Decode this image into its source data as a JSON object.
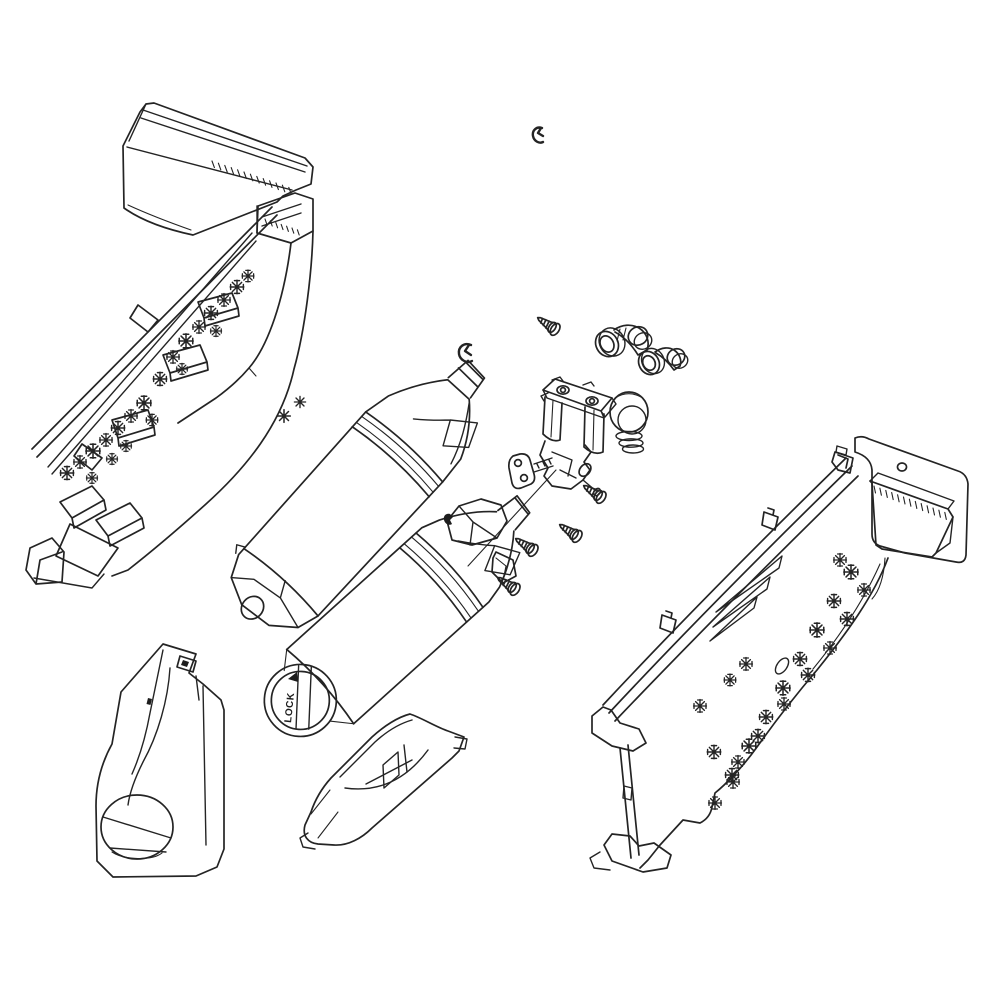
{
  "diagram": {
    "type": "exploded-parts-diagram",
    "subject": "appliance water-filter housing assembly exploded view",
    "background_color": "#ffffff",
    "line_color": "#242424",
    "labels": {
      "filter_cap_lock": "LOCK"
    },
    "screw_count": 5,
    "elbow_fitting_count": 2,
    "filter_cartridge_count": 2,
    "parts": [
      {
        "name": "top-cover-panel"
      },
      {
        "name": "left-housing-channel"
      },
      {
        "name": "retaining-e-clip-top"
      },
      {
        "name": "retaining-e-clip-filter"
      },
      {
        "name": "water-filter-cartridge-1"
      },
      {
        "name": "water-filter-cartridge-2"
      },
      {
        "name": "filter-lock-cap"
      },
      {
        "name": "water-inlet-valve"
      },
      {
        "name": "valve-mounting-plate"
      },
      {
        "name": "elbow-push-fitting-1"
      },
      {
        "name": "elbow-push-fitting-2"
      },
      {
        "name": "mounting-screws"
      },
      {
        "name": "filter-mounting-bracket"
      },
      {
        "name": "filter-drip-tray"
      },
      {
        "name": "right-housing-panel"
      },
      {
        "name": "damper-housing-box"
      },
      {
        "name": "star-perforations"
      }
    ]
  }
}
